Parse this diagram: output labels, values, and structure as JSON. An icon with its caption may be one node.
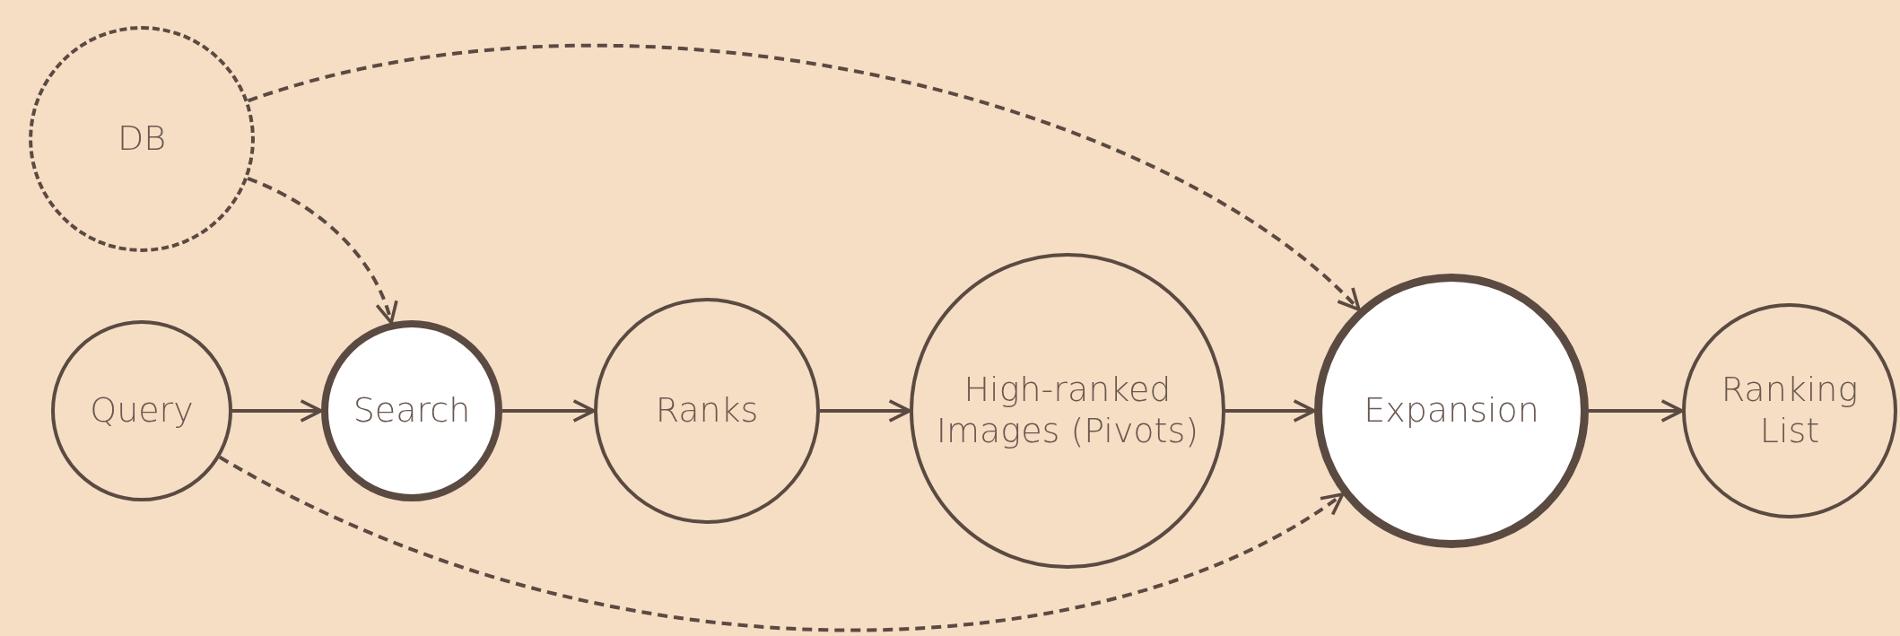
{
  "diagram": {
    "nodes": [
      {
        "text": [
          "DB"
        ]
      },
      {
        "text": [
          "Query"
        ]
      },
      {
        "text": [
          "Search"
        ]
      },
      {
        "text": [
          "Ranks"
        ]
      },
      {
        "text": [
          "High-ranked Images (Pivots)"
        ]
      },
      {
        "text": [
          "Expansion"
        ]
      },
      {
        "text": [
          "Ranking List"
        ]
      }
    ],
    "edges": [
      {
        "from": 1,
        "to": 2,
        "arrow": "to"
      },
      {
        "from": 2,
        "to": 3,
        "arrow": "to"
      },
      {
        "from": 3,
        "to": 4,
        "arrow": "to"
      },
      {
        "from": 4,
        "to": 5,
        "arrow": "to"
      },
      {
        "from": 5,
        "to": 6,
        "arrow": "to"
      },
      {
        "from": 0,
        "to": 2,
        "arrow": "to",
        "style": "dashed"
      },
      {
        "from": 0,
        "to": 5,
        "arrow": "to",
        "style": "dashed"
      },
      {
        "from": 1,
        "to": 5,
        "arrow": "to",
        "style": "dashed"
      }
    ]
  }
}
